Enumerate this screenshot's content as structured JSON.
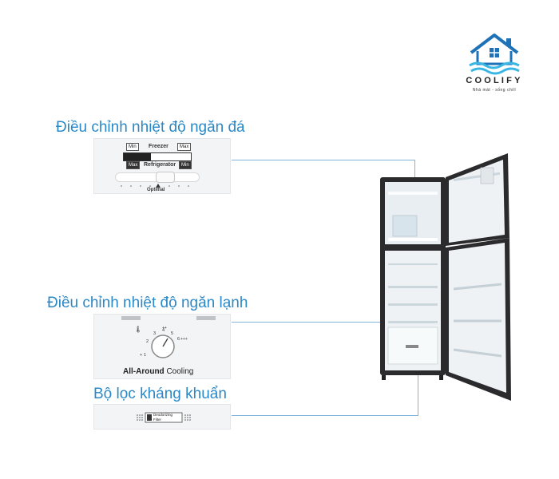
{
  "brand": {
    "name": "COOLIFY",
    "tagline": "Nhà mát - sống chill",
    "house_color": "#1e73b8",
    "wave_color": "#39b6e3"
  },
  "features": [
    {
      "heading": "Điều chỉnh nhiệt độ ngăn đá",
      "panel": {
        "freezer_label": "Freezer",
        "refrigerator_label": "Refrigerator",
        "min_label": "Min",
        "max_label": "Max",
        "optimal_label": "Optimal"
      }
    },
    {
      "heading": "Điều chỉnh nhiệt độ ngăn lạnh",
      "panel": {
        "dial_marks": [
          "1",
          "2",
          "3",
          "4",
          "5",
          "6"
        ],
        "cooling_bold": "All-Around",
        "cooling_text": "Cooling"
      }
    },
    {
      "heading": "Bộ lọc kháng khuẩn",
      "panel": {
        "filter_line1": "Deodorizing",
        "filter_line2": "Filter"
      }
    }
  ],
  "colors": {
    "heading": "#2b89c7",
    "leader_line": "#7fb3d9",
    "fridge_body": "#2b2b2e"
  }
}
